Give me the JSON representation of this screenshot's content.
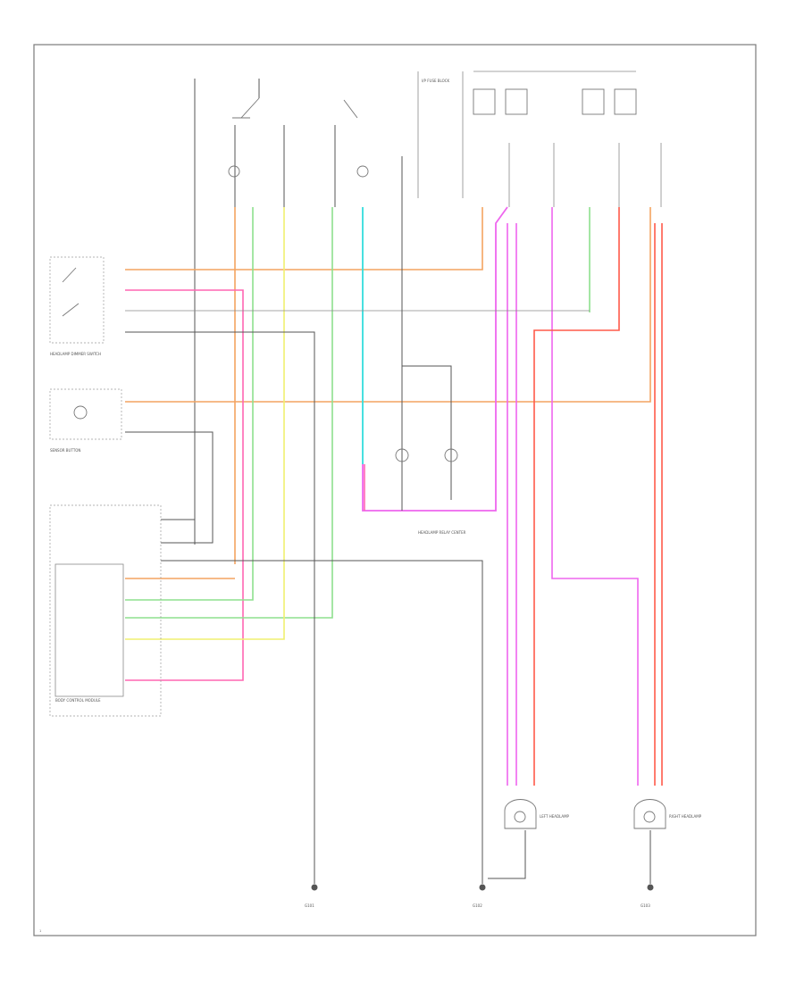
{
  "labels": {
    "left_switch_caption": "HEADLAMP DIMMER SWITCH",
    "second_caption": "SENSOR BUTTON",
    "control_module_caption": "BODY CONTROL MODULE",
    "relay_center": "HEADLAMP RELAY CENTER",
    "left_headlamp": "LEFT HEADLAMP",
    "right_headlamp": "RIGHT HEADLAMP",
    "ground_left": "G101",
    "ground_mid": "G102",
    "ground_right": "G103",
    "fuse_block": "I/P FUSE BLOCK",
    "footer": "1"
  },
  "colors": {
    "orange": "#f4a460",
    "pink": "#ff66b2",
    "green": "#8ee08e",
    "yellow": "#f0f070",
    "cyan": "#33dddd",
    "magenta": "#ee66ee",
    "red": "#ff5a4a",
    "black": "#555555"
  }
}
